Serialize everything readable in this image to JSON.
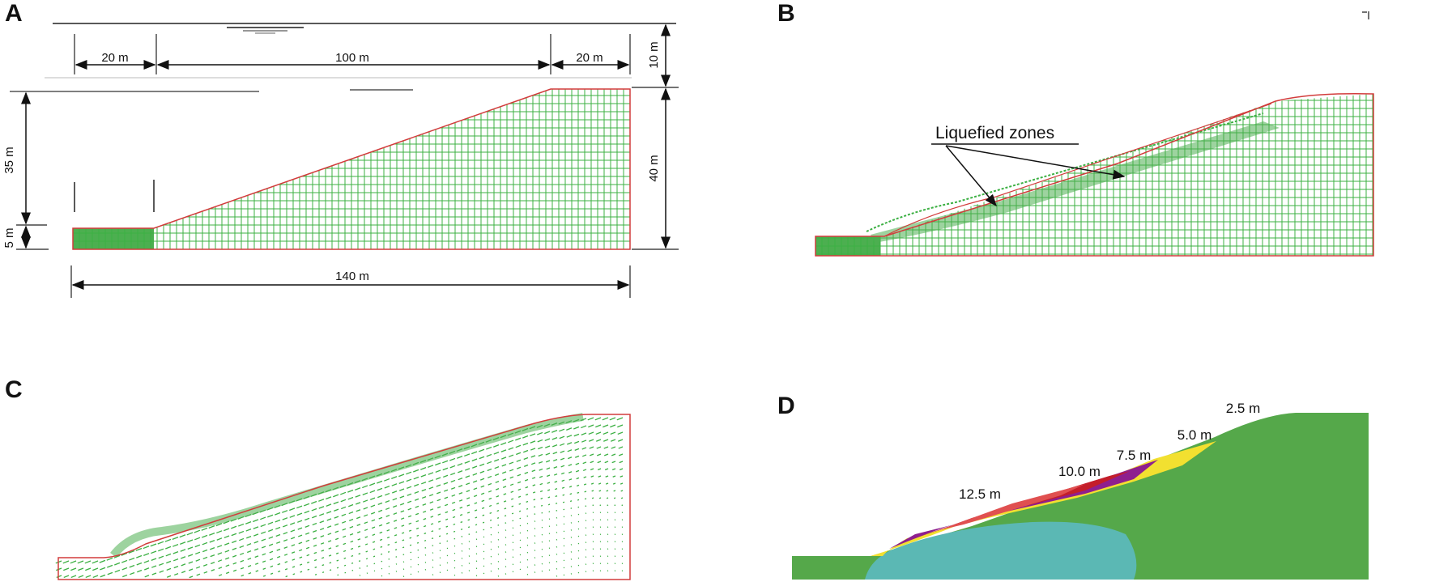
{
  "panels": {
    "a": {
      "label": "A",
      "dims": {
        "left_width": "20 m",
        "slope_width": "100 m",
        "right_width": "20 m",
        "water_depth": "10 m",
        "slope_height": "35 m",
        "base_height": "5 m",
        "total_height": "40 m",
        "total_width": "140 m"
      }
    },
    "b": {
      "label": "B",
      "annotation": "Liquefied zones"
    },
    "c": {
      "label": "C"
    },
    "d": {
      "label": "D",
      "contours": [
        "12.5 m",
        "10.0 m",
        "7.5 m",
        "5.0 m",
        "2.5 m"
      ]
    }
  },
  "colors": {
    "mesh": "#3cb043",
    "mesh_fill": "#4caf50",
    "outline": "#d23c3c",
    "zone_12_5": "#e05050",
    "zone_10_0": "#c41e2a",
    "zone_7_5": "#8e1f8e",
    "zone_5_0": "#f2e030",
    "slope_ground": "#55a84a",
    "basin": "#5bb8b4"
  }
}
